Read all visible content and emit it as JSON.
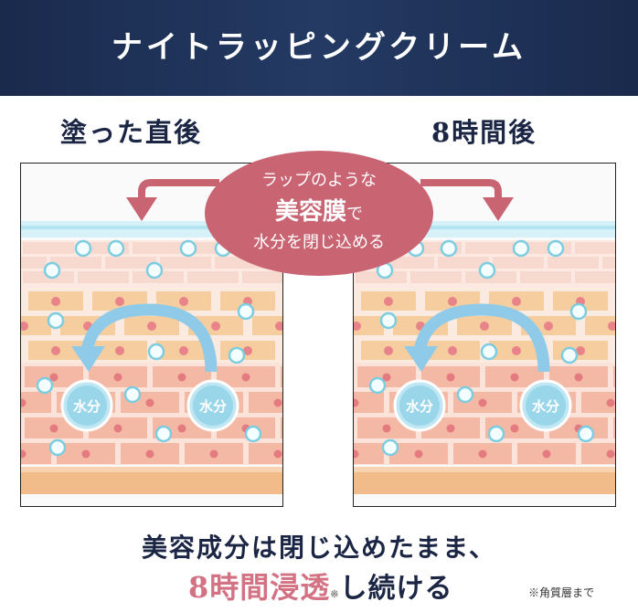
{
  "title": "ナイトラッピングクリーム",
  "before_label": "塗った直後",
  "after_label": "8時間後",
  "bubble": {
    "line1": "ラップのような",
    "line2": "美容膜",
    "line2_suffix": "で",
    "line3": "水分を閉じ込める"
  },
  "water_label": "水分",
  "footer": {
    "line1": "美容成分は閉じ込めたまま、",
    "highlight": "8時間浸透",
    "mark": "※",
    "rest": "し続ける",
    "note": "※角質層まで"
  },
  "colors": {
    "header": "#1a2a4d",
    "bubble": "#c96473",
    "highlight": "#d27283",
    "water": "#7ccde0"
  }
}
